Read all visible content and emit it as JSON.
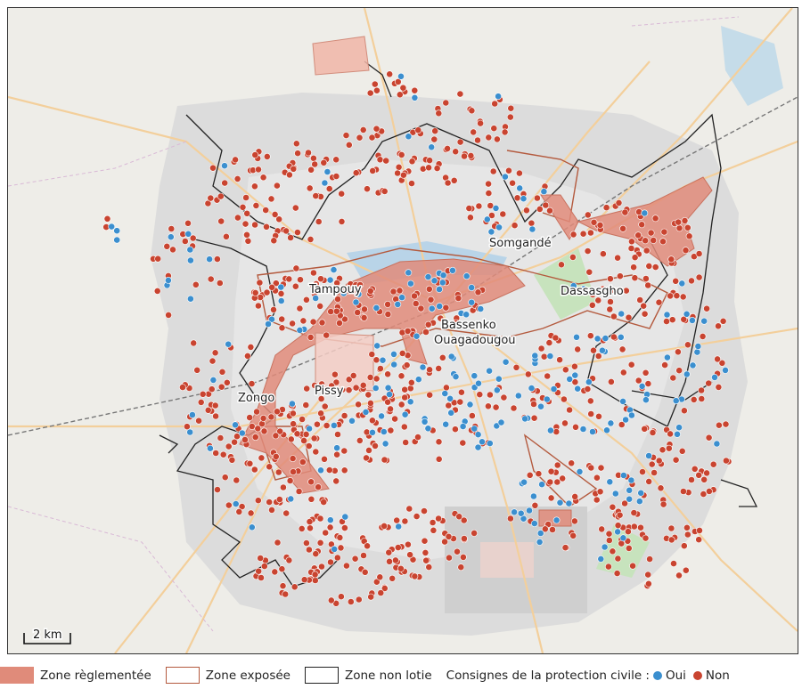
{
  "map": {
    "places": {
      "tampouy": "Tampouy",
      "somgande": "Somgandé",
      "dassasgho": "Dassasgho",
      "bassenko": "Bassenko",
      "ouagadougou": "Ouagadougou",
      "zongo": "Zongo",
      "pissy": "Pissy"
    },
    "scale_bar_label": "2 km"
  },
  "legend": {
    "zone_reglementee": "Zone règlementée",
    "zone_exposee": "Zone exposée",
    "zone_non_lotie": "Zone non lotie",
    "consignes_label": "Consignes de la protection civile :",
    "oui": "Oui",
    "non": "Non"
  },
  "colors": {
    "zone_reglementee": "#e08b7a",
    "zone_exposee": "#b45a3e",
    "zone_non_lotie": "#222222",
    "oui": "#3b8fcf",
    "non": "#c94430",
    "basemap": "#ecebe6"
  }
}
